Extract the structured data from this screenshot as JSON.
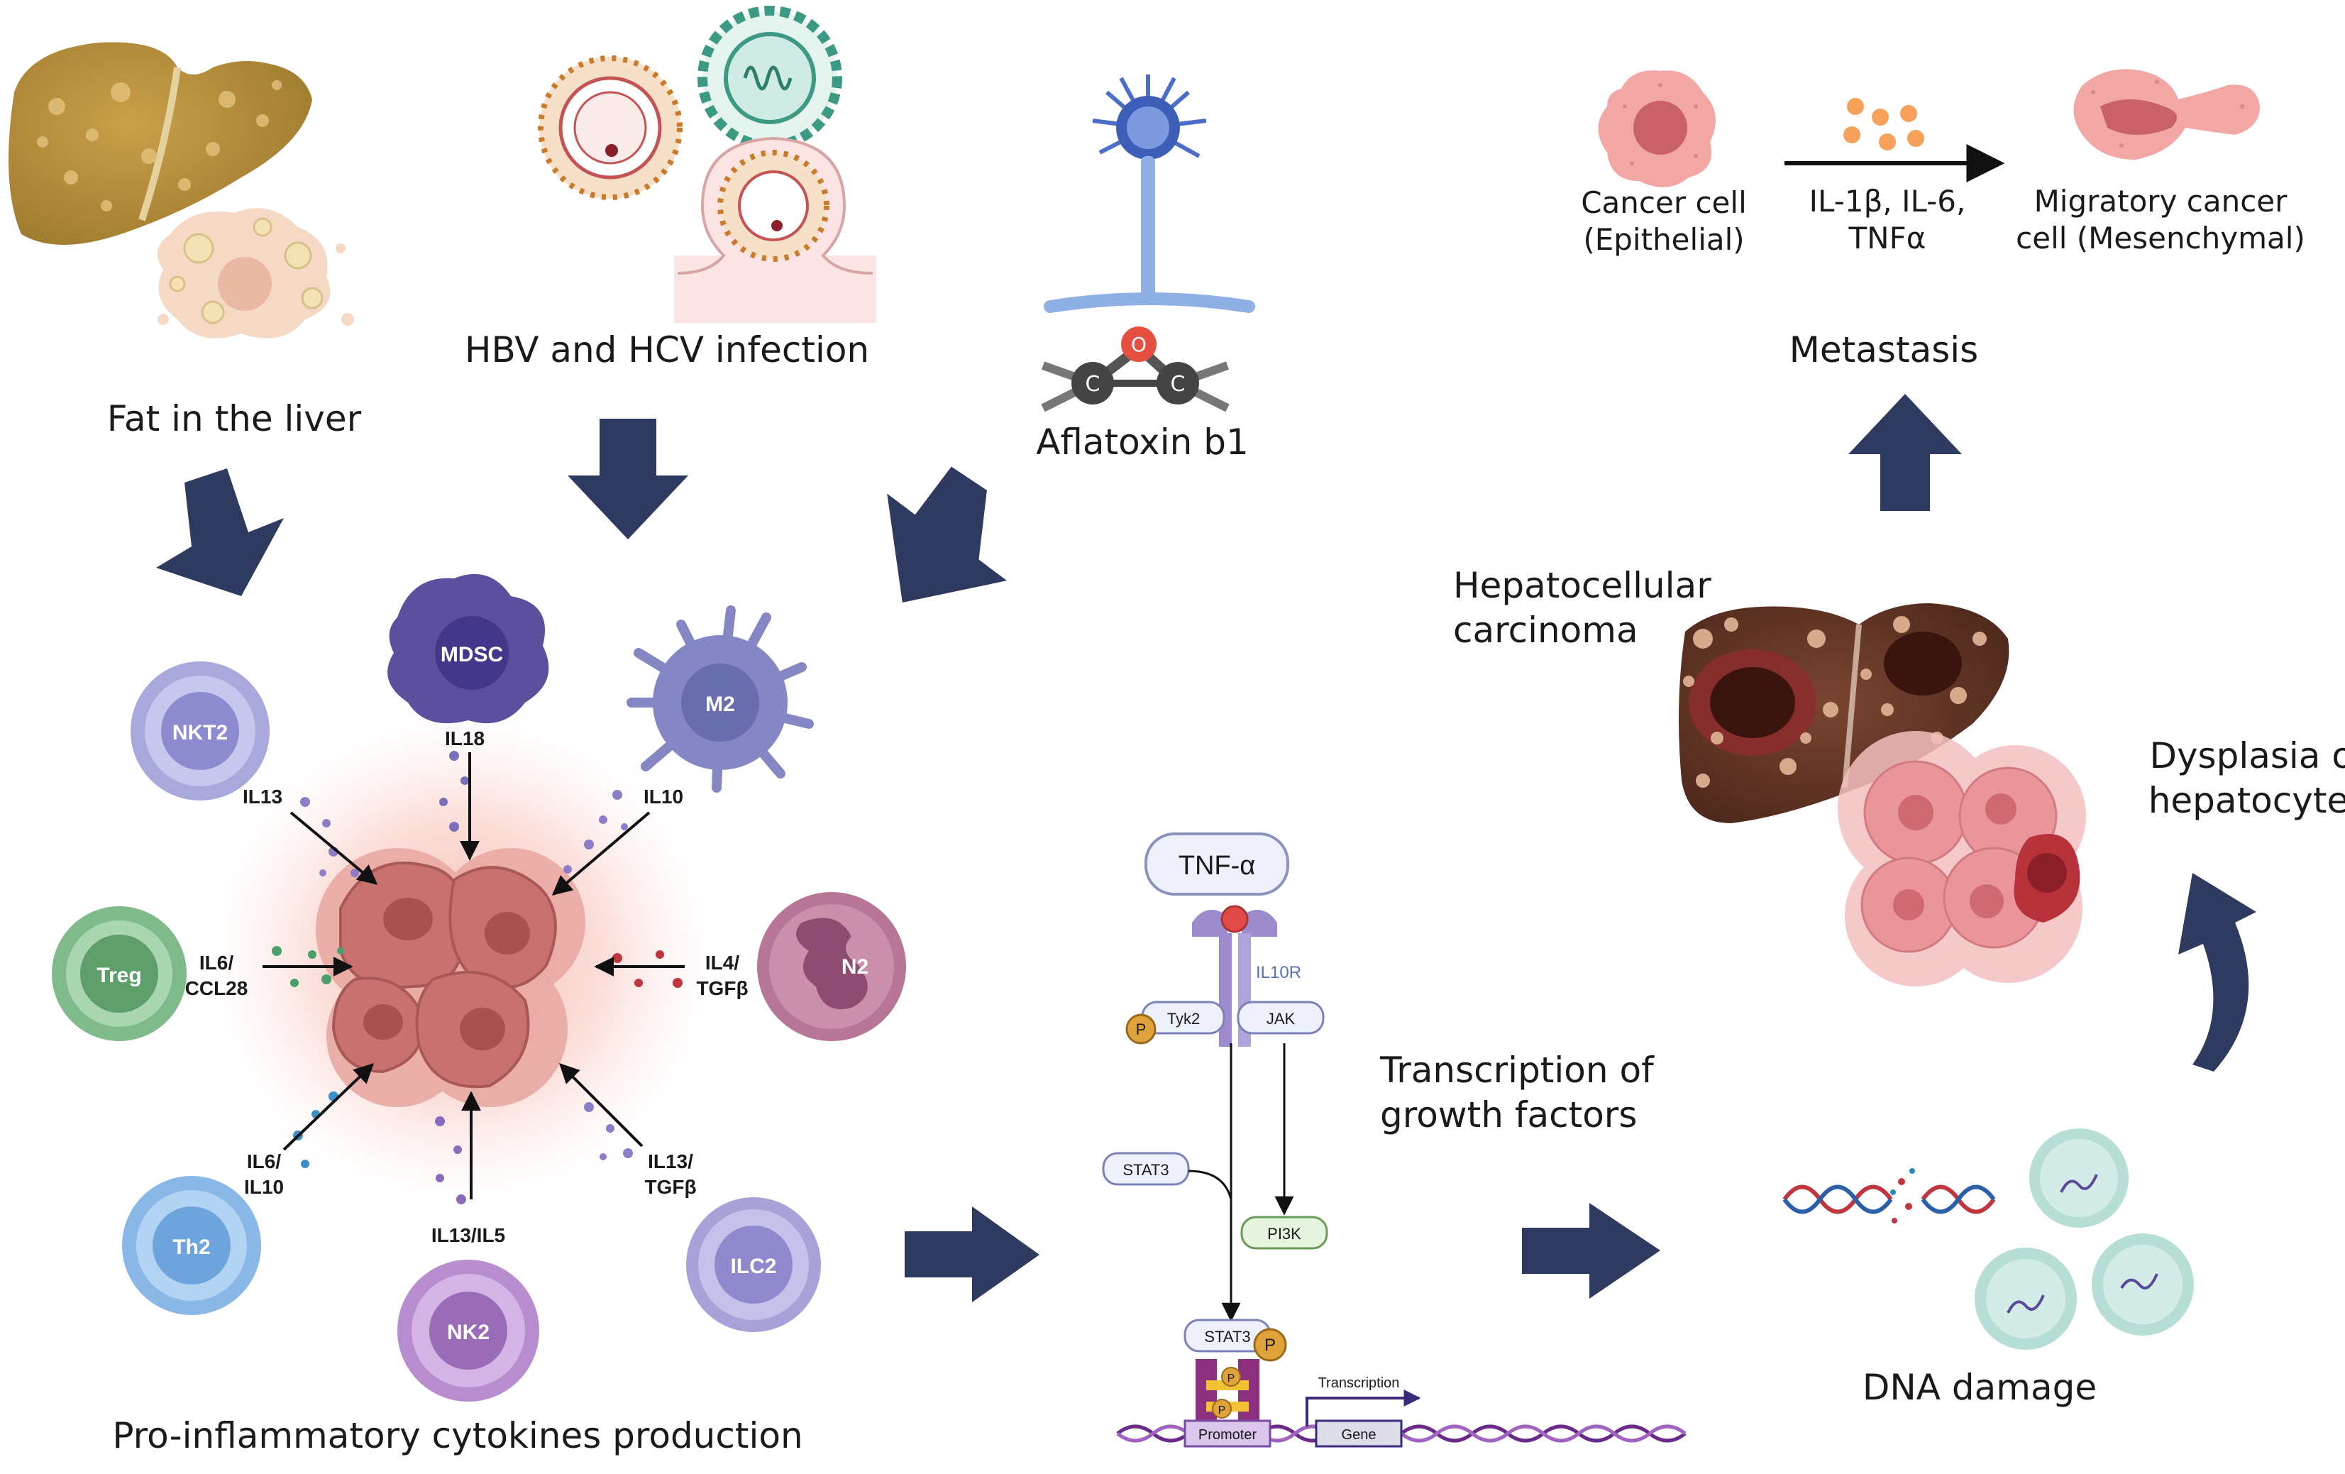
{
  "sources": {
    "fat": "Fat in the liver",
    "virus": "HBV and HCV infection",
    "aflatoxin": "Aflatoxin b1",
    "atom_o": "O",
    "atom_c1": "C",
    "atom_c2": "C"
  },
  "immune_cells": {
    "mdsc": "MDSC",
    "m2": "M2",
    "nkt2": "NKT2",
    "treg": "Treg",
    "n2": "N2",
    "th2": "Th2",
    "nk2": "NK2",
    "ilc2": "ILC2"
  },
  "cytokines": {
    "il18": "IL18",
    "il13_top": "IL13",
    "il10_top": "IL10",
    "il6_ccl28_a": "IL6/",
    "il6_ccl28_b": "CCL28",
    "il4_tgfb_a": "IL4/",
    "il4_tgfb_b": "TGFβ",
    "il6_il10_a": "IL6/",
    "il6_il10_b": "IL10",
    "il13_tgfb_a": "IL13/",
    "il13_tgfb_b": "TGFβ",
    "il13_il5": "IL13/IL5"
  },
  "pro_inflammatory": "Pro-inflammatory cytokines production",
  "pathway": {
    "tnf": "TNF-α",
    "il10r": "IL10R",
    "tyk2": "Tyk2",
    "jak": "JAK",
    "p1": "P",
    "p2": "P",
    "p3": "P",
    "p4": "P",
    "stat3_a": "STAT3",
    "stat3_b": "STAT3",
    "pi3k": "PI3K",
    "transcription": "Transcription",
    "promoter": "Promoter",
    "gene": "Gene"
  },
  "growth_factors_a": "Transcription of",
  "growth_factors_b": "growth factors",
  "dna_damage": "DNA damage",
  "dysplasia_a": "Dysplasia of",
  "dysplasia_b": "hepatocytes",
  "hcc_a": "Hepatocellular",
  "hcc_b": "carcinoma",
  "metastasis": {
    "title": "Metastasis",
    "cancer_a": "Cancer cell",
    "cancer_b": "(Epithelial)",
    "cyt_a": "IL-1β, IL-6,",
    "cyt_b": "TNFα",
    "mig_a": "Migratory cancer",
    "mig_b": "cell (Mesenchymal)"
  },
  "colors": {
    "arrow": "#2e3a5f",
    "nkt2": "#a9a8dc",
    "treg": "#7fba8a",
    "th2": "#8ab8e6",
    "nk2": "#b88dcf",
    "ilc2": "#a7a3d9",
    "n2": "#b77597",
    "mdsc": "#5b4f9e",
    "m2": "#8587c4",
    "tumor": "#c9716f"
  }
}
